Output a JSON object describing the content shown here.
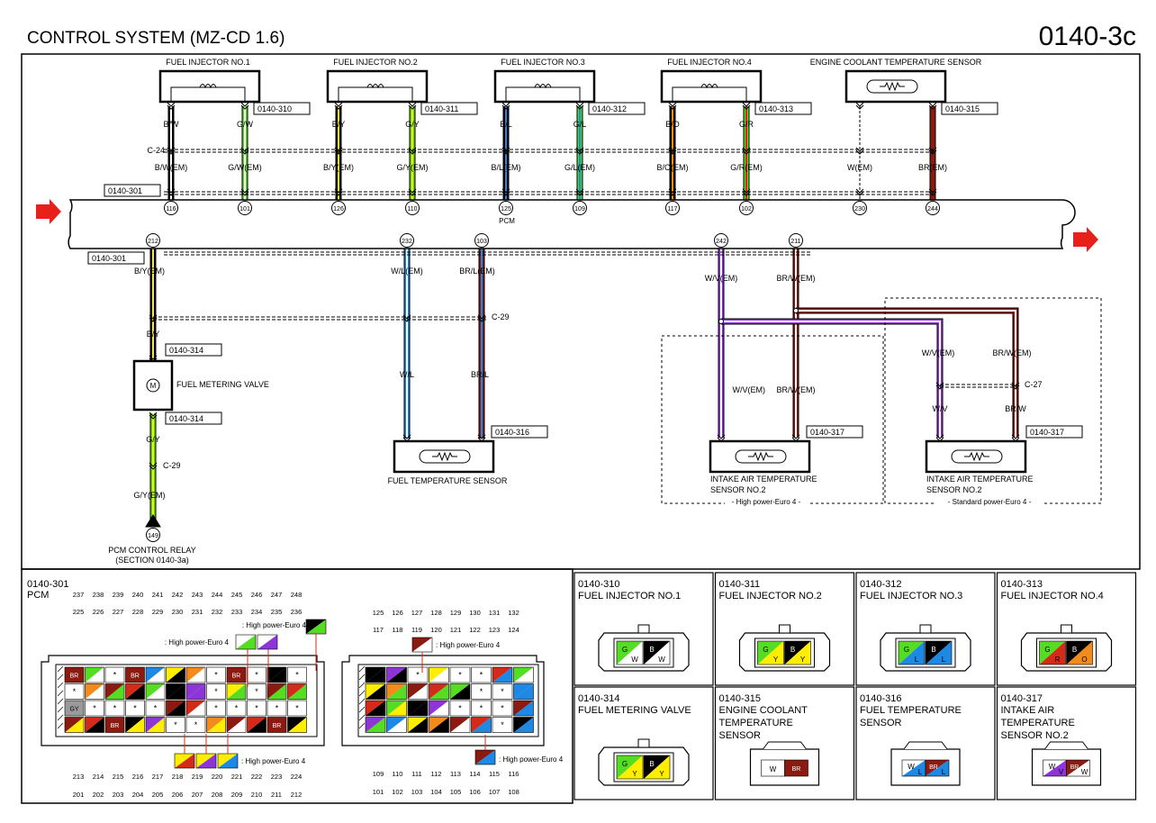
{
  "header": {
    "title": "CONTROL SYSTEM (MZ-CD 1.6)",
    "page_code": "0140-3c"
  },
  "colors": {
    "black": "#000000",
    "white": "#ffffff",
    "yellow": "#ffee00",
    "green": "#55dd22",
    "blue": "#1e88e5",
    "orange": "#f28a1c",
    "red": "#d42a1a",
    "brown": "#8b1a10",
    "violet": "#8e35d8",
    "gray": "#9a9a9a"
  },
  "components": [
    {
      "name": "FUEL INJECTOR NO.1",
      "ref": "0140-310",
      "left": {
        "wire": "B/W",
        "em": "B/W(EM)",
        "pin": "116"
      },
      "right": {
        "wire": "G/W",
        "em": "G/W(EM)",
        "pin": "101"
      }
    },
    {
      "name": "FUEL INJECTOR NO.2",
      "ref": "0140-311",
      "left": {
        "wire": "B/Y",
        "em": "B/Y(EM)",
        "pin": "126"
      },
      "right": {
        "wire": "G/Y",
        "em": "G/Y(EM)",
        "pin": "110"
      }
    },
    {
      "name": "FUEL INJECTOR NO.3",
      "ref": "0140-312",
      "left": {
        "wire": "B/L",
        "em": "B/L(EM)",
        "pin": "125"
      },
      "right": {
        "wire": "G/L",
        "em": "G/L(EM)",
        "pin": "109"
      }
    },
    {
      "name": "FUEL INJECTOR NO.4",
      "ref": "0140-313",
      "left": {
        "wire": "B/O",
        "em": "B/O(EM)",
        "pin": "117"
      },
      "right": {
        "wire": "G/R",
        "em": "G/R(EM)",
        "pin": "102"
      }
    },
    {
      "name": "ENGINE COOLANT TEMPERATURE SENSOR",
      "ref": "0140-315",
      "left": {
        "wire": "",
        "em": "W(EM)",
        "pin": "230"
      },
      "right": {
        "wire": "",
        "em": "BR(EM)",
        "pin": "244"
      }
    }
  ],
  "labels": {
    "c24": "C-24",
    "c29": "C-29",
    "c27": "C-27",
    "pcm": "PCM",
    "pcm_ref": "0140-301",
    "lower_pins": [
      "212",
      "232",
      "103",
      "242",
      "211"
    ],
    "by_em": "B/Y(EM)",
    "by": "B/Y",
    "gy": "G/Y",
    "gy_em": "G/Y(EM)",
    "pin149": "149",
    "fmv": "FUEL METERING VALVE",
    "fmv_ref": "0140-314",
    "relay1": "PCM CONTROL RELAY",
    "relay2": "(SECTION 0140-3a)",
    "wl_em": "W/L(EM)",
    "wl": "W/L",
    "brl_em": "BR/L(EM)",
    "brl": "BR/L",
    "fts": "FUEL TEMPERATURE SENSOR",
    "fts_ref": "0140-316",
    "wv_em": "W/V(EM)",
    "brw_em": "BR/W(EM)",
    "wv": "W/V",
    "brw": "BR/W",
    "iat1": "INTAKE AIR TEMPERATURE",
    "iat2": "SENSOR NO.2",
    "iat_ref": "0140-317",
    "high_power": "High power-Euro 4",
    "standard_power": "Standard power-Euro 4"
  },
  "pcm_connector": {
    "ref": "0140-301",
    "name": "PCM",
    "left_top_row1": [
      "237",
      "238",
      "239",
      "240",
      "241",
      "242",
      "243",
      "244",
      "245",
      "246",
      "247",
      "248"
    ],
    "left_top_row2": [
      "225",
      "226",
      "227",
      "228",
      "229",
      "230",
      "231",
      "232",
      "233",
      "234",
      "235",
      "236"
    ],
    "left_bot_row1": [
      "213",
      "214",
      "215",
      "216",
      "217",
      "218",
      "219",
      "220",
      "221",
      "222",
      "223",
      "224"
    ],
    "left_bot_row2": [
      "201",
      "202",
      "203",
      "204",
      "205",
      "206",
      "207",
      "208",
      "209",
      "210",
      "211",
      "212"
    ],
    "right_top_row1": [
      "125",
      "126",
      "127",
      "128",
      "129",
      "130",
      "131",
      "132"
    ],
    "right_top_row2": [
      "117",
      "118",
      "119",
      "120",
      "121",
      "122",
      "123",
      "124"
    ],
    "right_bot_row1": [
      "109",
      "110",
      "111",
      "112",
      "113",
      "114",
      "115",
      "116"
    ],
    "right_bot_row2": [
      "101",
      "102",
      "103",
      "104",
      "105",
      "106",
      "107",
      "108"
    ],
    "note_high_power": ": High power-Euro 4",
    "gy_cell": "GY",
    "br_cell": "BR",
    "star": "*"
  },
  "connector_panels": [
    {
      "ref": "0140-310",
      "title_lines": [
        "FUEL INJECTOR NO.1"
      ]
    },
    {
      "ref": "0140-311",
      "title_lines": [
        "FUEL INJECTOR NO.2"
      ]
    },
    {
      "ref": "0140-312",
      "title_lines": [
        "FUEL INJECTOR NO.3"
      ]
    },
    {
      "ref": "0140-313",
      "title_lines": [
        "FUEL INJECTOR NO.4"
      ]
    },
    {
      "ref": "0140-314",
      "title_lines": [
        "FUEL METERING VALVE"
      ]
    },
    {
      "ref": "0140-315",
      "title_lines": [
        "ENGINE COOLANT",
        "TEMPERATURE",
        "SENSOR"
      ]
    },
    {
      "ref": "0140-316",
      "title_lines": [
        "FUEL TEMPERATURE",
        "SENSOR"
      ]
    },
    {
      "ref": "0140-317",
      "title_lines": [
        "INTAKE AIR",
        "TEMPERATURE",
        "SENSOR NO.2"
      ]
    }
  ],
  "pin_letters": {
    "G": "G",
    "B": "B",
    "W": "W",
    "Y": "Y",
    "L": "L",
    "O": "O",
    "R": "R",
    "BR": "BR",
    "V": "V"
  }
}
